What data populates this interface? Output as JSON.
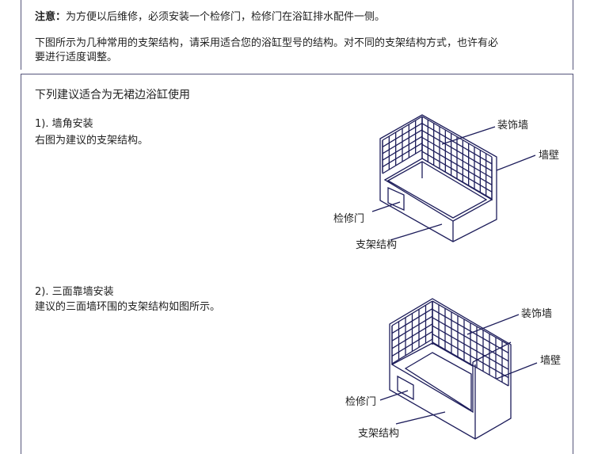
{
  "notice": {
    "label": "注意：",
    "text": "为方便以后维修，必须安装一个检修门，检修门在浴缸排水配件一侧。"
  },
  "intro": {
    "line1": "下图所示为几种常用的支架结构，请采用适合您的浴缸型号的结构。对不同的支架结构方式，也许有必",
    "line2": "要进行适度调整。"
  },
  "section": {
    "title": "下列建议适合为无裙边浴缸使用",
    "items": [
      {
        "number": "1).",
        "heading": "墙角安装",
        "description": "右图为建议的支架结构。",
        "labels": {
          "tile_wall": "装饰墙",
          "wall": "墙壁",
          "access_door": "检修门",
          "frame": "支架结构"
        }
      },
      {
        "number": "2).",
        "heading": "三面靠墙安装",
        "description": "建议的三面墙环围的支架结构如图所示。",
        "labels": {
          "tile_wall": "装饰墙",
          "wall": "墙壁",
          "access_door": "检修门",
          "frame": "支架结构"
        }
      }
    ]
  },
  "colors": {
    "border": "#55557a",
    "diagram_line": "#1c1c5a"
  }
}
